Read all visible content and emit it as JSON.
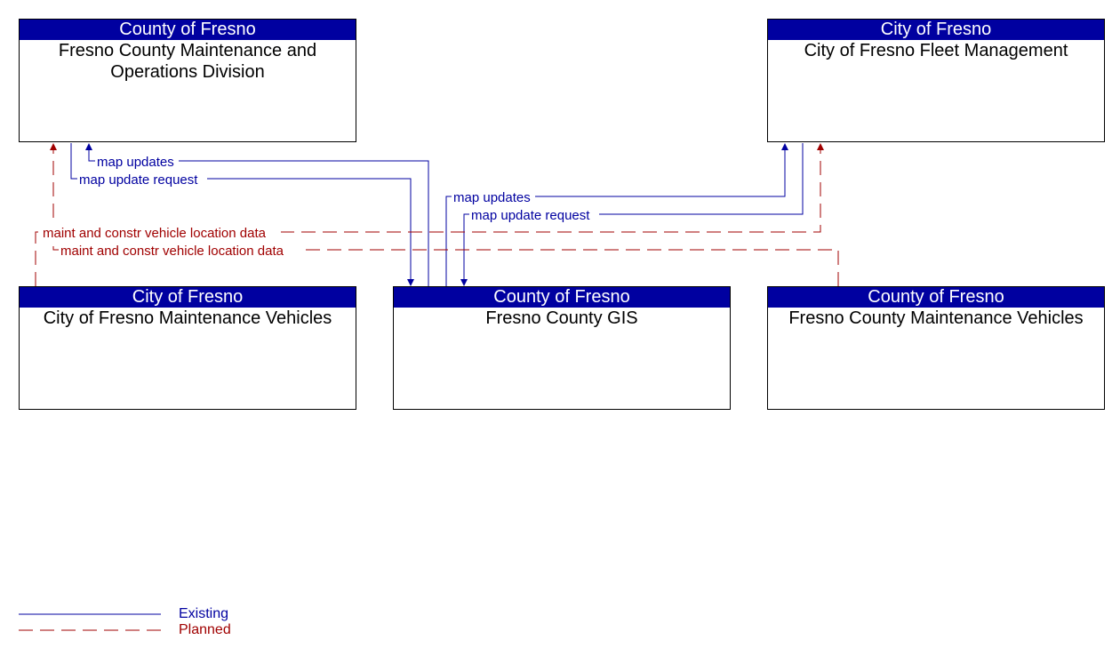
{
  "colors": {
    "header_bg": "#0000a0",
    "existing": "#0000a0",
    "planned": "#a00000"
  },
  "boxes": [
    {
      "id": "fcmod",
      "owner": "County of Fresno",
      "name": "Fresno County Maintenance and Operations Division"
    },
    {
      "id": "cffm",
      "owner": "City of Fresno",
      "name": "City of Fresno Fleet Management"
    },
    {
      "id": "cfmv",
      "owner": "City of Fresno",
      "name": "City of Fresno Maintenance Vehicles"
    },
    {
      "id": "fcgis",
      "owner": "County of Fresno",
      "name": "Fresno County GIS"
    },
    {
      "id": "fcmv",
      "owner": "County of Fresno",
      "name": "Fresno County Maintenance Vehicles"
    }
  ],
  "flows": [
    {
      "label": "map updates",
      "from": "fcgis",
      "to": "fcmod",
      "status": "existing"
    },
    {
      "label": "map update request",
      "from": "fcmod",
      "to": "fcgis",
      "status": "existing"
    },
    {
      "label": "map updates",
      "from": "fcgis",
      "to": "cffm",
      "status": "existing"
    },
    {
      "label": "map update request",
      "from": "cffm",
      "to": "fcgis",
      "status": "existing"
    },
    {
      "label": "maint and constr vehicle location data",
      "from": "cfmv",
      "to": "cffm",
      "status": "planned"
    },
    {
      "label": "maint and constr vehicle location data",
      "from": "fcmv",
      "to": "fcmod",
      "status": "planned"
    }
  ],
  "legend": {
    "existing": "Existing",
    "planned": "Planned"
  }
}
